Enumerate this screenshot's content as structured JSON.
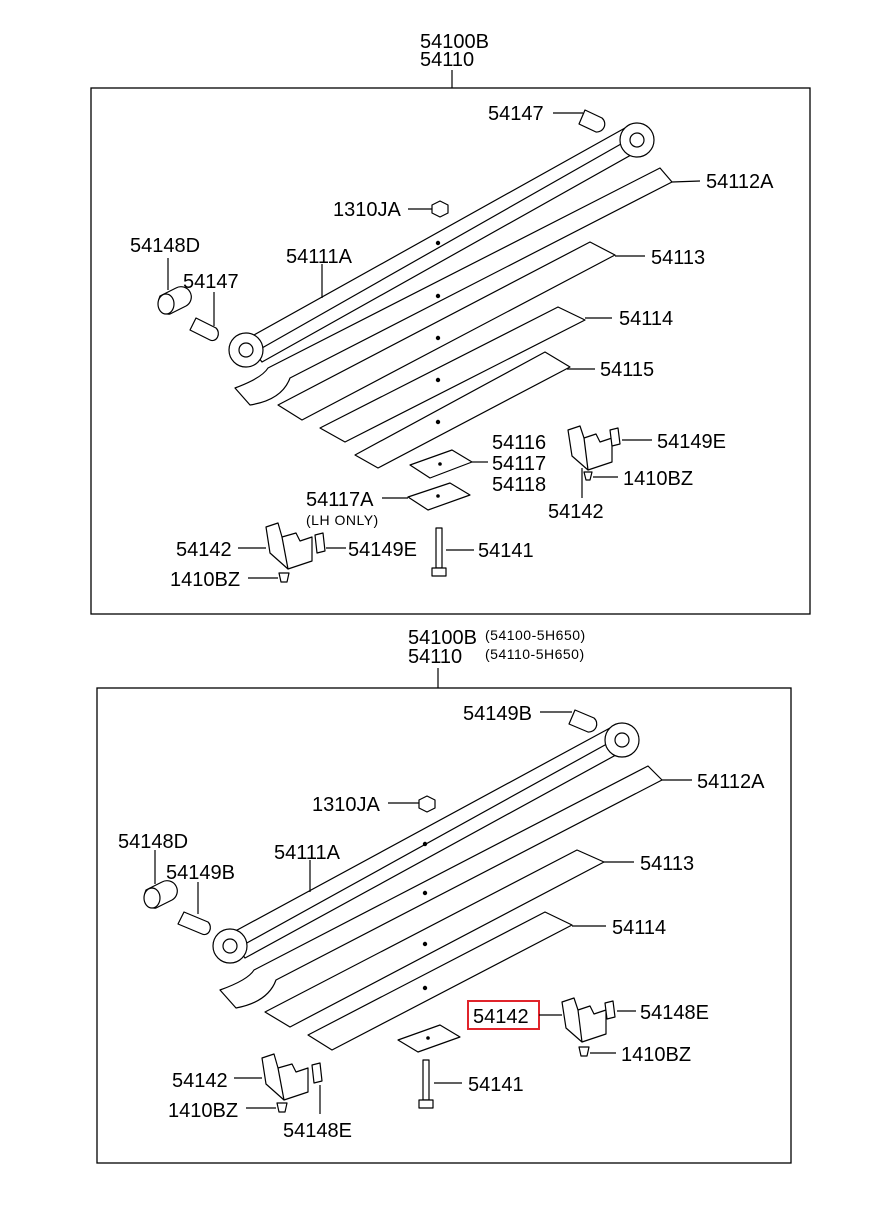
{
  "top": {
    "header_line1": "54100B",
    "header_line2": "54110",
    "labels": {
      "eye_pin": "54147",
      "leaf_2": "54112A",
      "nut": "1310JA",
      "bushing": "54148D",
      "pin_left": "54147",
      "main_leaf": "54111A",
      "leaf_3": "54113",
      "leaf_4": "54114",
      "leaf_5": "54115",
      "spacer_a": "54116",
      "spacer_b": "54117",
      "spacer_c": "54118",
      "clip_right": "54142",
      "clip_right_cap": "54149E",
      "rivet_right": "1410BZ",
      "pad": "54117A",
      "pad_note": "(LH ONLY)",
      "clip_left": "54142",
      "clip_left_cap": "54149E",
      "rivet_left": "1410BZ",
      "center_bolt": "54141"
    }
  },
  "bottom": {
    "header_line1": "54100B",
    "header_line2": "54110",
    "header_note1": "(54100-5H650)",
    "header_note2": "(54110-5H650)",
    "labels": {
      "eye_pin": "54149B",
      "leaf_2": "54112A",
      "nut": "1310JA",
      "bushing": "54148D",
      "pin_left": "54149B",
      "main_leaf": "54111A",
      "leaf_3": "54113",
      "leaf_4": "54114",
      "clip_right": "54142",
      "clip_right_cap": "54148E",
      "rivet_right": "1410BZ",
      "clip_left": "54142",
      "rivet_left": "1410BZ",
      "clip_left_cap": "54148E",
      "center_bolt": "54141"
    }
  },
  "highlight_color": "#e0242b"
}
